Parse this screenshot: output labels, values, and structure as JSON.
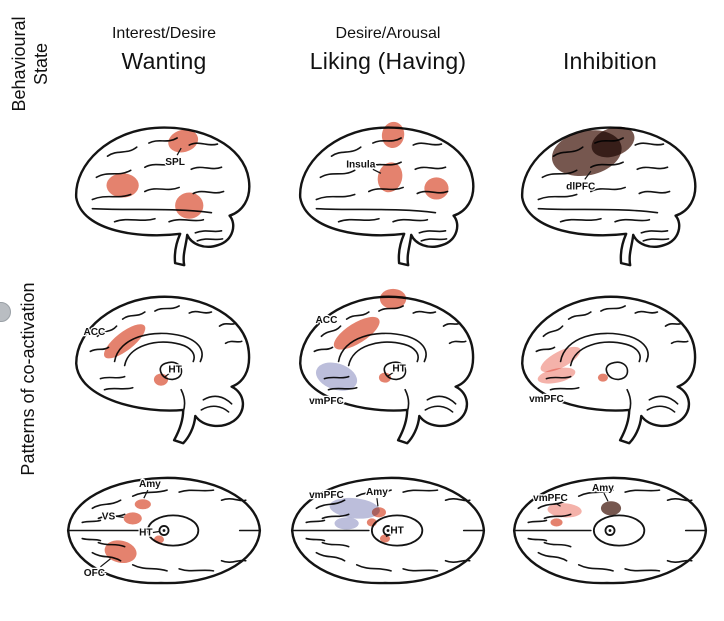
{
  "colors": {
    "orange": "#E0715A",
    "brown": "#634037",
    "purple": "#B3B5D6",
    "pink": "#F2A79E"
  },
  "sidebar": {
    "top_label_line1": "Behavioural",
    "top_label_line2": "State",
    "bottom_label": "Patterns of co-activation"
  },
  "columns": [
    {
      "subtitle": "Interest/Desire",
      "title": "Wanting"
    },
    {
      "subtitle": "Desire/Arousal",
      "title": "Liking (Having)"
    },
    {
      "subtitle": "",
      "title": "Inhibition"
    }
  ],
  "regions": {
    "spl": "SPL",
    "insula": "Insula",
    "dlpfc": "dlPFC",
    "acc": "ACC",
    "ht": "HT",
    "vmpfc": "vmPFC",
    "amy": "Amy",
    "vs": "VS",
    "ofc": "OFC"
  },
  "cells": [
    {
      "state": "Wanting",
      "view": "lateral",
      "labeled_regions": [
        "SPL"
      ],
      "activation_colors": [
        "orange"
      ]
    },
    {
      "state": "Liking (Having)",
      "view": "lateral",
      "labeled_regions": [
        "Insula"
      ],
      "activation_colors": [
        "orange"
      ]
    },
    {
      "state": "Inhibition",
      "view": "lateral",
      "labeled_regions": [
        "dlPFC"
      ],
      "activation_colors": [
        "brown"
      ]
    },
    {
      "state": "Wanting",
      "view": "medial",
      "labeled_regions": [
        "ACC",
        "HT"
      ],
      "activation_colors": [
        "orange"
      ]
    },
    {
      "state": "Liking (Having)",
      "view": "medial",
      "labeled_regions": [
        "ACC",
        "vmPFC",
        "HT"
      ],
      "activation_colors": [
        "orange",
        "purple"
      ]
    },
    {
      "state": "Inhibition",
      "view": "medial",
      "labeled_regions": [
        "vmPFC"
      ],
      "activation_colors": [
        "pink",
        "orange"
      ]
    },
    {
      "state": "Wanting",
      "view": "inferior",
      "labeled_regions": [
        "Amy",
        "VS",
        "HT",
        "OFC"
      ],
      "activation_colors": [
        "orange"
      ]
    },
    {
      "state": "Liking (Having)",
      "view": "inferior",
      "labeled_regions": [
        "vmPFC",
        "Amy",
        "HT"
      ],
      "activation_colors": [
        "purple",
        "orange"
      ]
    },
    {
      "state": "Inhibition",
      "view": "inferior",
      "labeled_regions": [
        "vmPFC",
        "Amy"
      ],
      "activation_colors": [
        "pink",
        "orange",
        "brown"
      ]
    }
  ]
}
